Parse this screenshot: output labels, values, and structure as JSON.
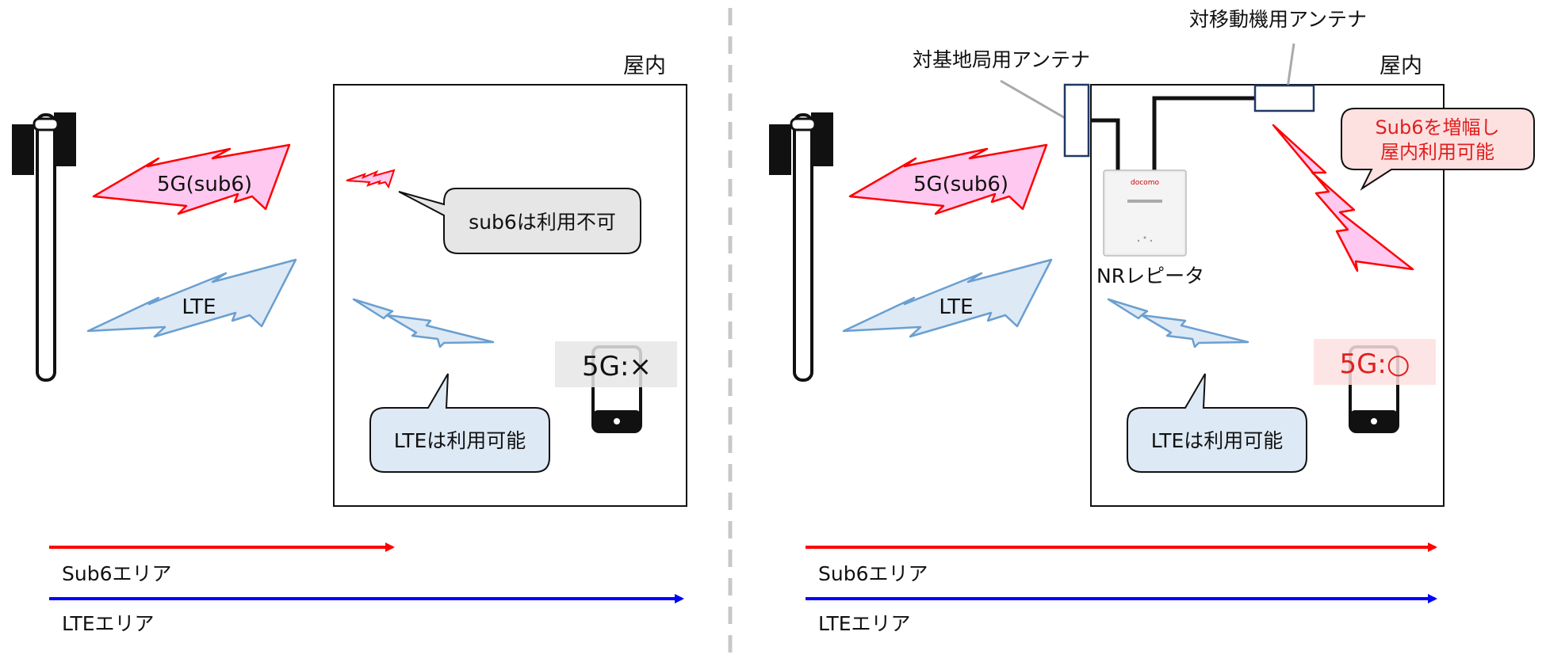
{
  "left_panel": {
    "indoor_label": "屋内",
    "signal_5g_label": "5G(sub6)",
    "signal_lte_label": "LTE",
    "callout_sub6": "sub6は利用不可",
    "callout_lte": "LTEは利用可能",
    "phone_status": "5G:×",
    "area_sub6_label": "Sub6エリア",
    "area_lte_label": "LTEエリア"
  },
  "right_panel": {
    "indoor_label": "屋内",
    "antenna_base_label": "対基地局用アンテナ",
    "antenna_mobile_label": "対移動機用アンテナ",
    "repeater_label": "NRレピータ",
    "repeater_brand": "docomo",
    "signal_5g_label": "5G(sub6)",
    "signal_lte_label": "LTE",
    "callout_sub6_line1": "Sub6を増幅し",
    "callout_sub6_line2": "屋内利用可能",
    "callout_lte": "LTEは利用可能",
    "phone_status": "5G:○",
    "area_sub6_label": "Sub6エリア",
    "area_lte_label": "LTEエリア"
  },
  "colors": {
    "sub6_arrow": "#ff0000",
    "lte_arrow": "#0000ff",
    "sub6_fill": "#ffc8f0",
    "sub6_stroke": "#ff0000",
    "lte_fill": "#dde9f5",
    "lte_stroke": "#6a9fd0",
    "callout_pink": "#fde0e0",
    "status_red": "#e02020"
  }
}
